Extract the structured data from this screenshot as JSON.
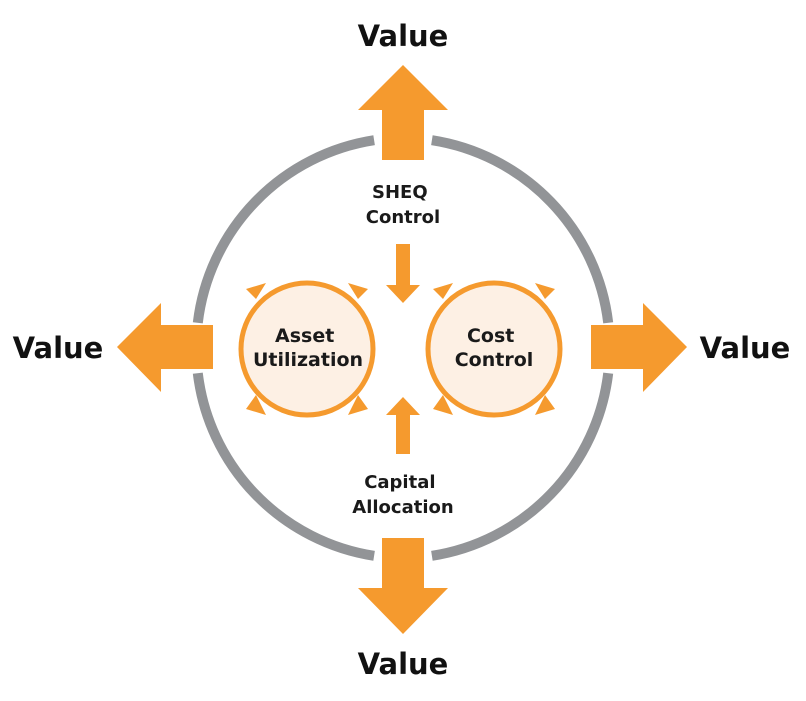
{
  "outputs": {
    "top": "Value",
    "left": "Value",
    "right": "Value",
    "bottom": "Value"
  },
  "drivers": {
    "top": [
      "SHEQ",
      "Control"
    ],
    "bottom": [
      "Capital",
      "Allocation"
    ]
  },
  "gears": {
    "left": [
      "Asset",
      "Utilization"
    ],
    "right": [
      "Cost",
      "Control"
    ]
  },
  "colors": {
    "accent": "#F59A2E",
    "ring": "#929497",
    "gear_fill": "#FDF0E4",
    "text": "#111111"
  }
}
